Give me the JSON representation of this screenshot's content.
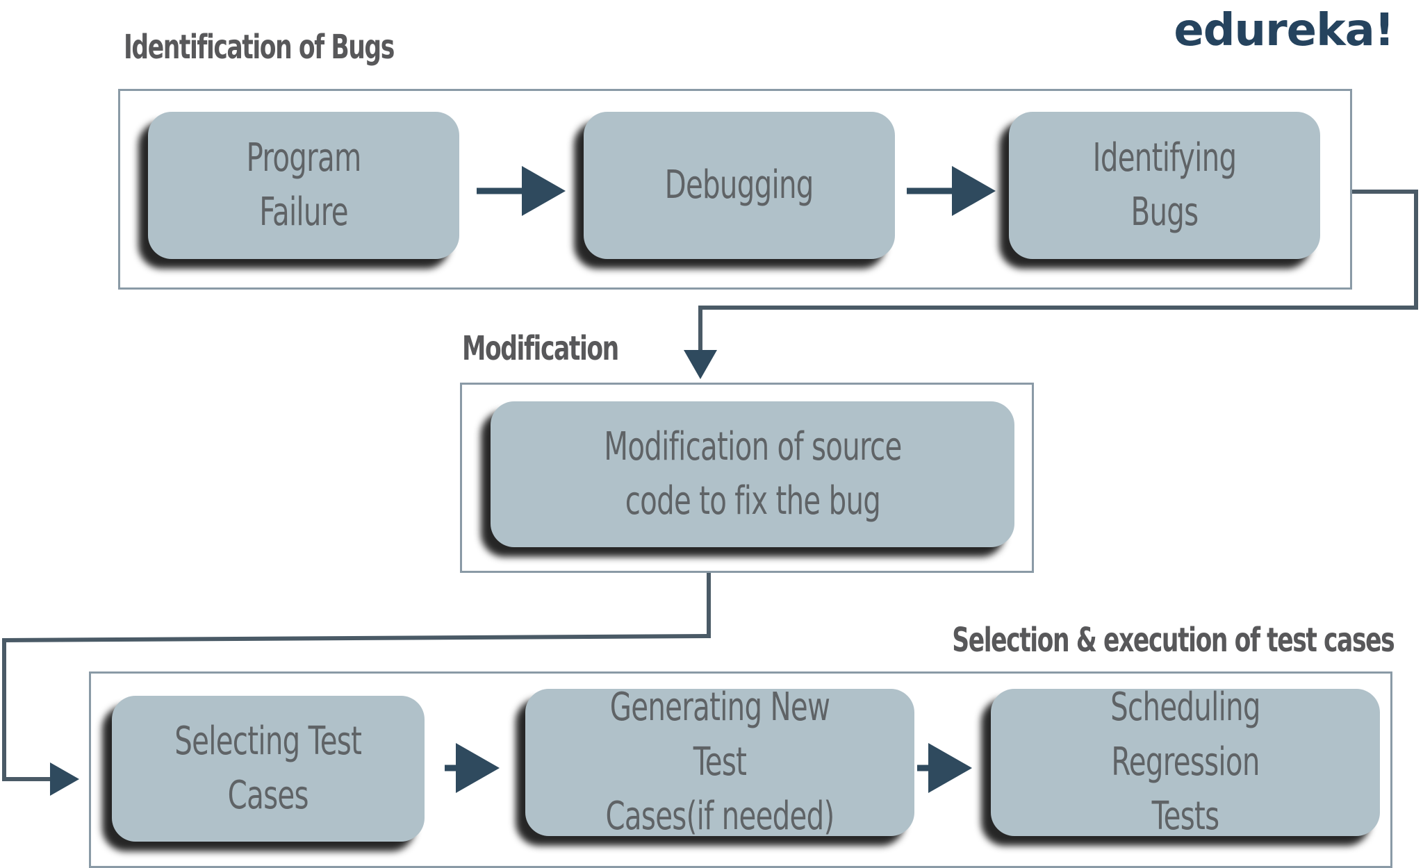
{
  "logo": "edureka!",
  "colors": {
    "box_fill": "#b0c1c9",
    "box_text": "#5f6366",
    "title_text": "#58585a",
    "frame": "#8a9aa6",
    "connector": "#4a5a66",
    "arrow_head": "#2f4a5e",
    "logo": "#25435e"
  },
  "sections": {
    "identification": {
      "title": "Identification of Bugs",
      "steps": [
        "Program Failure",
        "Debugging",
        "Identifying Bugs"
      ]
    },
    "modification": {
      "title": "Modification",
      "steps": [
        "Modification of source\ncode to fix the bug"
      ]
    },
    "selection": {
      "title": "Selection & execution of test cases",
      "steps": [
        "Selecting Test\nCases",
        "Generating New Test\nCases(if needed)",
        "Scheduling Regression\nTests"
      ]
    }
  }
}
